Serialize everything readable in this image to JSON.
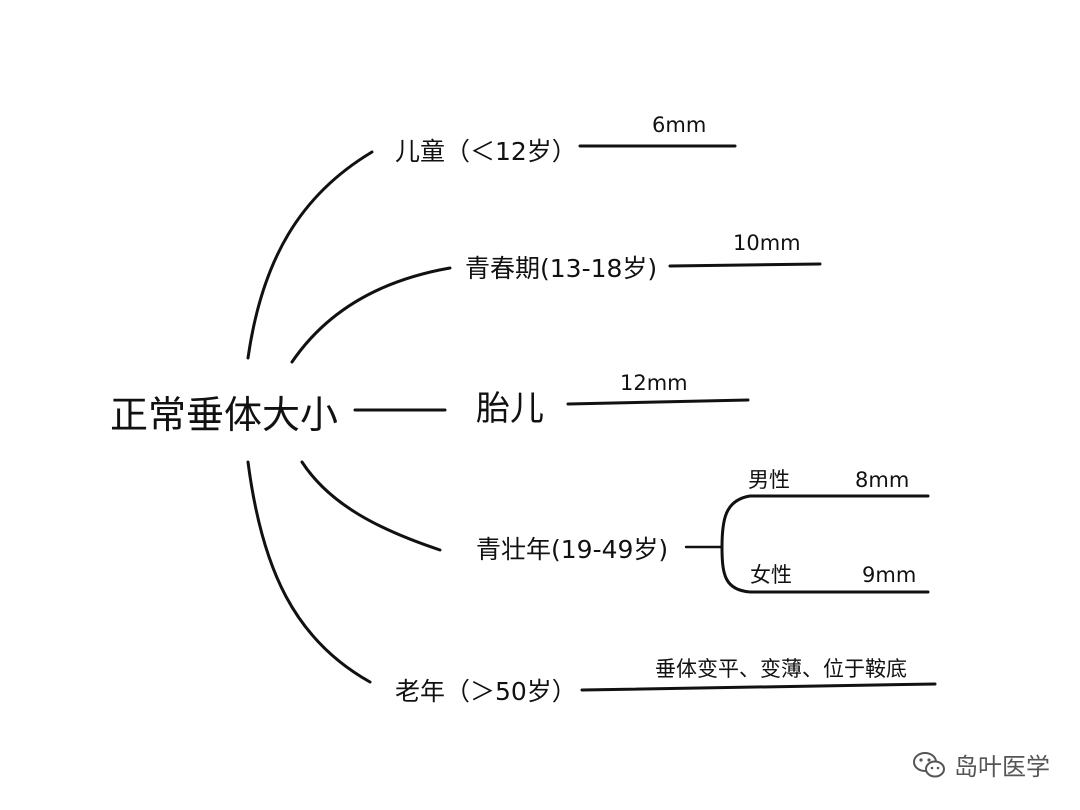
{
  "root": {
    "label": "正常垂体大小"
  },
  "branches": [
    {
      "label": "儿童（＜12岁）",
      "value": "6mm"
    },
    {
      "label": "青春期(13-18岁)",
      "value": "10mm"
    },
    {
      "label": "胎儿",
      "value": "12mm"
    },
    {
      "label": "青壮年(19-49岁)",
      "children": [
        {
          "label": "男性",
          "value": "8mm"
        },
        {
          "label": "女性",
          "value": "9mm"
        }
      ]
    },
    {
      "label": "老年（＞50岁）",
      "value": "垂体变平、变薄、位于鞍底"
    }
  ],
  "watermark": {
    "text": "岛叶医学",
    "icon": "wechat-icon"
  }
}
